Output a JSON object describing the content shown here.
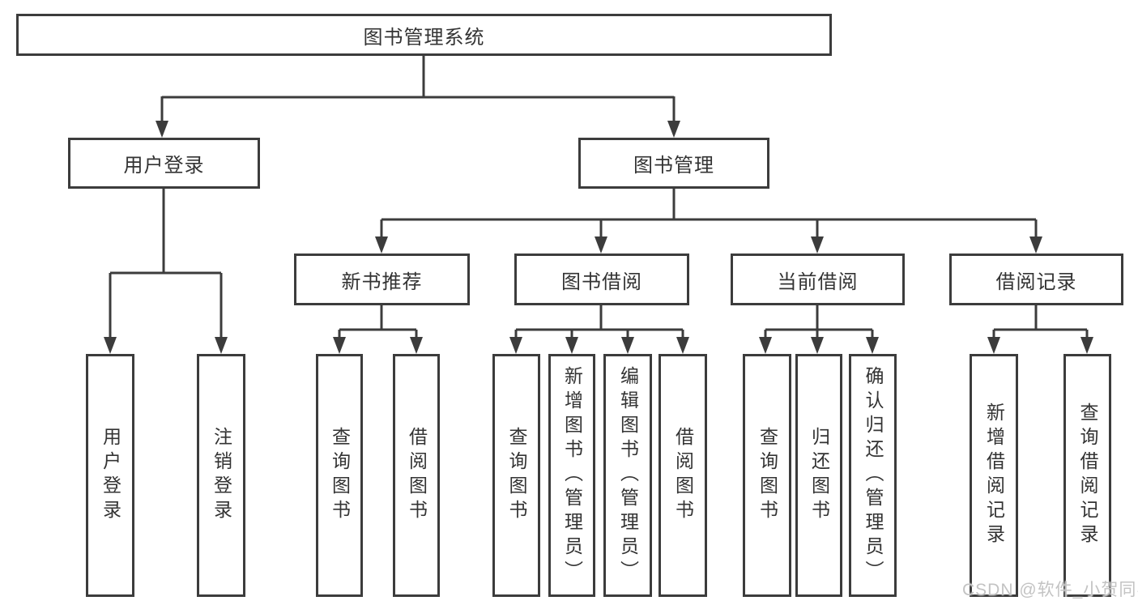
{
  "diagram": {
    "label": "图书管理系统",
    "children": [
      {
        "label": "用户登录",
        "children": [
          {
            "label": "用户登录"
          },
          {
            "label": "注销登录"
          }
        ]
      },
      {
        "label": "图书管理",
        "children": [
          {
            "label": "新书推荐",
            "children": [
              {
                "label": "查询图书"
              },
              {
                "label": "借阅图书"
              }
            ]
          },
          {
            "label": "图书借阅",
            "children": [
              {
                "label": "查询图书"
              },
              {
                "label": "新增图书（管理员）"
              },
              {
                "label": "编辑图书（管理员）"
              },
              {
                "label": "借阅图书"
              }
            ]
          },
          {
            "label": "当前借阅",
            "children": [
              {
                "label": "查询图书"
              },
              {
                "label": "归还图书"
              },
              {
                "label": "确认归还（管理员）"
              }
            ]
          },
          {
            "label": "借阅记录",
            "children": [
              {
                "label": "新增借阅记录"
              },
              {
                "label": "查询借阅记录"
              }
            ]
          }
        ]
      }
    ]
  },
  "watermark": {
    "text": "CSDN @软件_小贺同学"
  },
  "colors": {
    "line": "#3c3c3c",
    "text": "#333333",
    "watermark": "#c3c3c3",
    "background": "#ffffff"
  }
}
